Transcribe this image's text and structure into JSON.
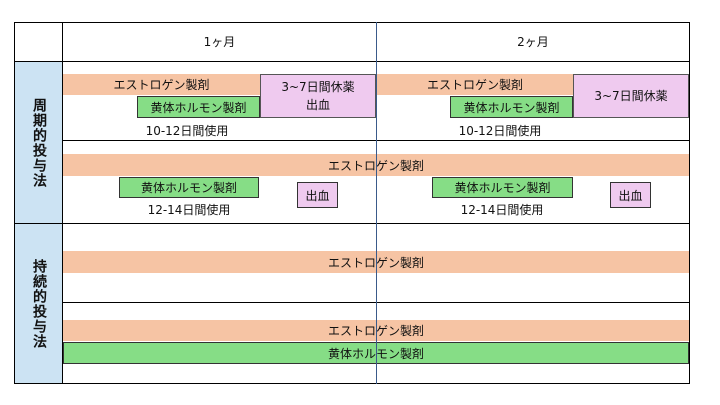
{
  "header": {
    "month1": "1ヶ月",
    "month2": "2ヶ月"
  },
  "sections": {
    "cyclic": "周期的投与法",
    "continuous": "持続的投与法"
  },
  "cyclic_row1": {
    "estrogen_1": "エストロゲン製剤",
    "progestin_1": "黄体ホルモン製剤",
    "rest_1": "3~7日間休薬",
    "bleeding_1": "出血",
    "duration_1": "10-12日間使用",
    "estrogen_2": "エストロゲン製剤",
    "progestin_2": "黄体ホルモン製剤",
    "rest_2": "3~7日間休薬",
    "duration_2": "10-12日間使用"
  },
  "cyclic_row2": {
    "estrogen": "エストロゲン製剤",
    "progestin_1": "黄体ホルモン製剤",
    "bleeding_1": "出血",
    "duration_1": "12-14日間使用",
    "progestin_2": "黄体ホルモン製剤",
    "bleeding_2": "出血",
    "duration_2": "12-14日間使用"
  },
  "continuous_row1": {
    "estrogen": "エストロゲン製剤"
  },
  "continuous_row2": {
    "estrogen": "エストロゲン製剤",
    "progestin": "黄体ホルモン製剤"
  },
  "colors": {
    "estrogen": "#f6c4a4",
    "progestin": "#86dd86",
    "rest_bleeding": "#efcaef",
    "side_header": "#cce3f3"
  }
}
